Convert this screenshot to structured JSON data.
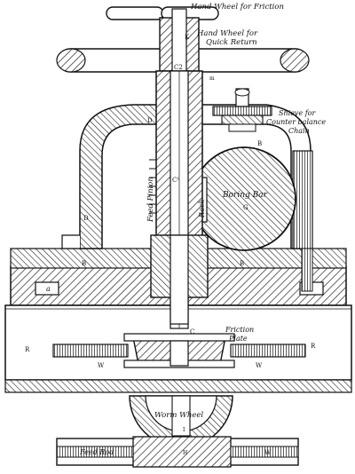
{
  "labels": {
    "hand_wheel_friction": "Hand Wheel for Friction",
    "hand_wheel_return_1": "Hand Wheel for",
    "hand_wheel_return_2": "Quick Return",
    "shieve_1": "Shieve for",
    "shieve_2": "Counter balance",
    "shieve_3": "Chain",
    "feed_pinion": "Feed Pinion",
    "rack": "Rack",
    "boring_bar": "Boring Bar",
    "friction_1": "Friction",
    "friction_2": "Plate",
    "worm_wheel": "Worm Wheel",
    "feed_rod": "Feed Rod"
  },
  "letters": {
    "k": "K",
    "c2": "C2",
    "m": "m",
    "d_top": "D",
    "d_left": "D",
    "b_right": "B",
    "c1": "C¹",
    "g": "G",
    "b_left": "B",
    "b_mid": "B",
    "a": "a",
    "c": "C",
    "r_left": "R",
    "r_right": "R",
    "w_left": "W",
    "w_mid": "W",
    "w_bottom": "W",
    "i": "I",
    "h": "H"
  }
}
